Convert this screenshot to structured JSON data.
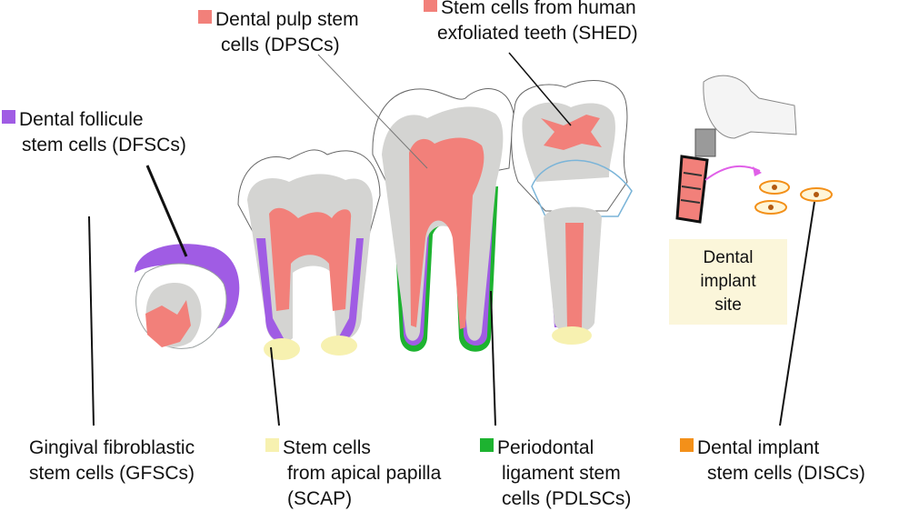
{
  "colors": {
    "pulp": "#f2807a",
    "follicle": "#a05ce4",
    "papilla": "#f7f1b0",
    "ligament": "#1db330",
    "implant": "#f39019",
    "dentin": "#d4d4d2",
    "implant_site_bg": "#fbf6da"
  },
  "labels": {
    "dpsc": [
      "Dental pulp stem",
      "cells (DPSCs)"
    ],
    "shed": [
      "Stem cells from human",
      "exfoliated teeth (SHED)"
    ],
    "dfsc": [
      "Dental follicule",
      "stem cells (DFSCs)"
    ],
    "gfsc": [
      "Gingival fibroblastic",
      "stem cells (GFSCs)"
    ],
    "scap": [
      "Stem cells",
      "from apical papilla",
      "(SCAP)"
    ],
    "pdlsc": [
      "Periodontal",
      "ligament stem",
      "cells (PDLSCs)"
    ],
    "disc": [
      "Dental implant",
      "stem cells (DISCs)"
    ]
  },
  "implant_site": [
    "Dental",
    "implant",
    "site"
  ]
}
